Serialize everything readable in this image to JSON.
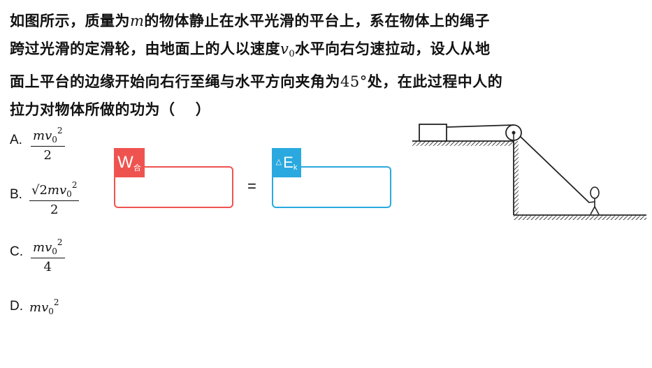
{
  "question": {
    "line1_a": "如图所示，质量为",
    "line1_var": "m",
    "line1_b": "的物体静止在水平光滑的平台上，系在物体上的绳子",
    "line2_a": "跨过光滑的定滑轮，由地面上的人以速度",
    "line2_var": "v",
    "line2_sub": "0",
    "line2_b": "水平向右匀速拉动，设人从地",
    "line3_a": "面上平台的边缘开始向右行至绳与水平方向夹角为",
    "line3_angle": "45°",
    "line3_b": "处，在此过程中人的",
    "line4": "拉力对物体所做的功为（　 ）"
  },
  "options": {
    "a": {
      "label": "A.",
      "num": "mv",
      "num_sub": "0",
      "num_sup": "2",
      "den": "2"
    },
    "b": {
      "label": "B.",
      "num_prefix": "√2",
      "num": "mv",
      "num_sub": "0",
      "num_sup": "2",
      "den": "2"
    },
    "c": {
      "label": "C.",
      "num": "mv",
      "num_sub": "0",
      "num_sup": "2",
      "den": "4"
    },
    "d": {
      "label": "D.",
      "expr": "mv",
      "expr_sub": "0",
      "expr_sup": "2"
    }
  },
  "annotation": {
    "work_tag": "W",
    "work_tag_sub": "合",
    "equals": "=",
    "ek_tag_symbol": "△",
    "ek_tag": "E",
    "ek_tag_sub": "k",
    "colors": {
      "red": "#ef5350",
      "blue": "#29a9df"
    }
  },
  "diagram": {
    "icon": "platform-pulley-person-diagram"
  }
}
